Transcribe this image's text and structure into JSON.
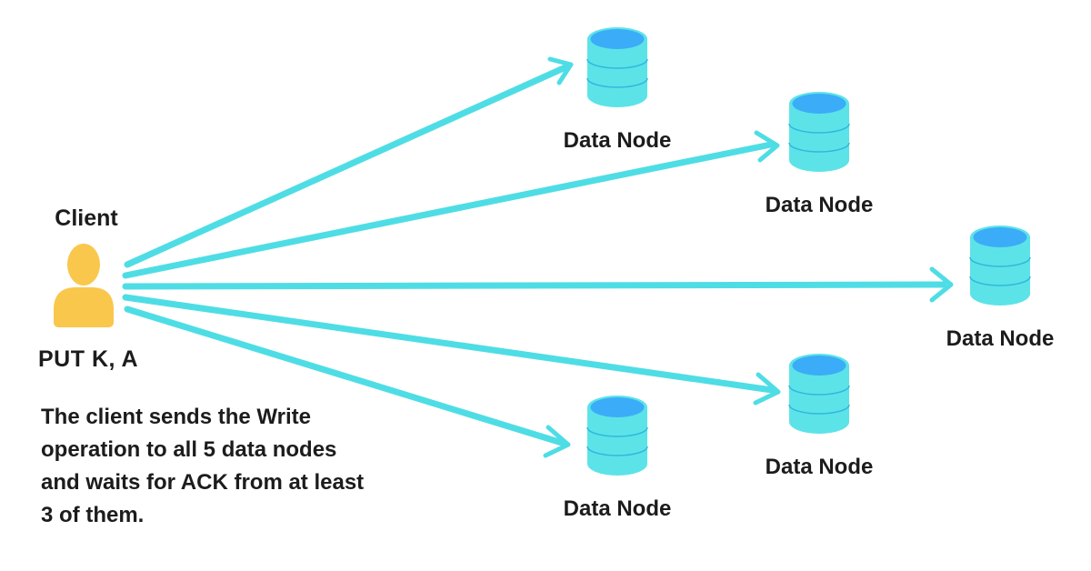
{
  "client": {
    "label": "Client",
    "operation": "PUT K, A",
    "icon": "person-icon"
  },
  "description": {
    "lines": [
      "The client sends the Write",
      "operation to all 5 data nodes",
      "and waits for ACK from at least",
      "3 of them."
    ]
  },
  "nodes": [
    {
      "label": "Data Node",
      "icon": "database-icon"
    },
    {
      "label": "Data Node",
      "icon": "database-icon"
    },
    {
      "label": "Data Node",
      "icon": "database-icon"
    },
    {
      "label": "Data Node",
      "icon": "database-icon"
    },
    {
      "label": "Data Node",
      "icon": "database-icon"
    }
  ],
  "arrows": {
    "count": 5,
    "meaning": "write request from client to data node"
  },
  "colors": {
    "background": "#ffffff",
    "text": "#1c1c1c",
    "arrow": "#4fdde5",
    "db-body": "#5ce3e8",
    "db-top": "#3bacf7",
    "db-line": "#2fb7de",
    "client": "#f9c74b"
  }
}
